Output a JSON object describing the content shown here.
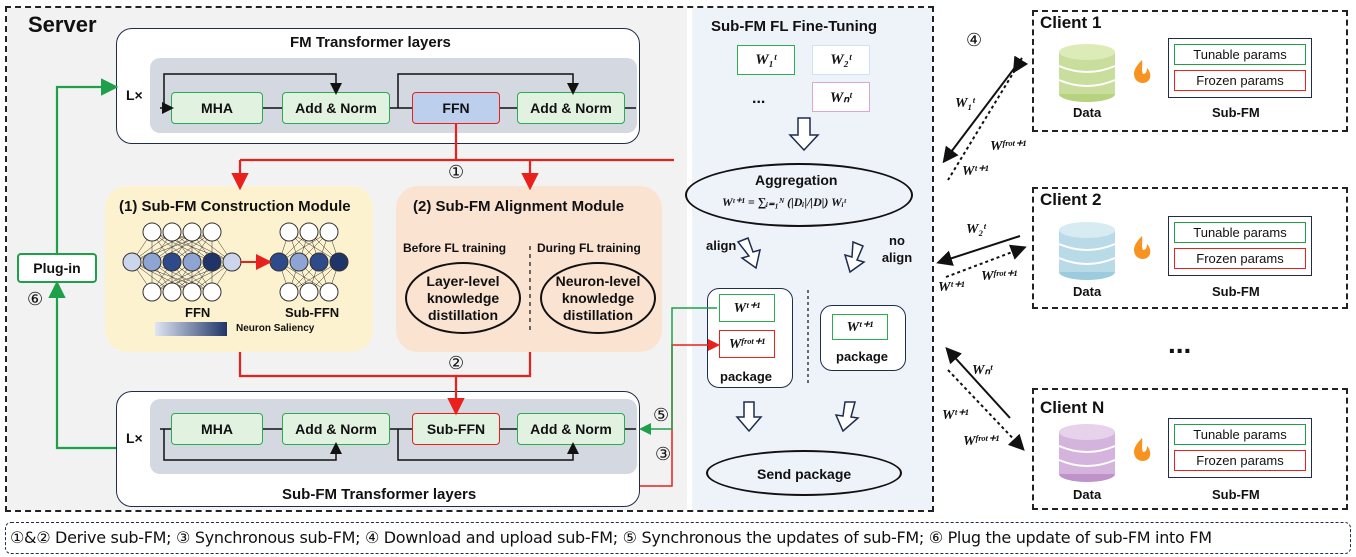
{
  "server": {
    "title": "Server",
    "fm_layers_title": "FM Transformer layers",
    "subfm_layers_title": "Sub-FM Transformer layers",
    "repeat": "L×",
    "mha": "MHA",
    "add_norm": "Add & Norm",
    "ffn": "FFN",
    "sub_ffn": "Sub-FFN",
    "plugin": "Plug-in"
  },
  "construction": {
    "title": "(1) Sub-FM Construction Module",
    "ffn_label": "FFN",
    "subffn_label": "Sub-FFN",
    "saliency": "Neuron Saliency"
  },
  "alignment": {
    "title": "(2) Sub-FM Alignment Module",
    "before": "Before FL training",
    "during": "During FL training",
    "layer_level": "Layer-level knowledge distillation",
    "neuron_level": "Neuron-level knowledge distillation"
  },
  "fl": {
    "title": "Sub-FM FL Fine-Tuning",
    "w1": "W₁ᵗ",
    "w2": "W₂ᵗ",
    "wn": "Wₙᵗ",
    "dots": "...",
    "aggregation": "Aggregation",
    "formula": "Wᵗ⁺¹ = ∑ᵢ₌₁ᴺ (|Dᵢ|/|D|) Wᵢᵗ",
    "align": "align",
    "no_align": "no align",
    "w_next": "Wᵗ⁺¹",
    "w_fro": "Wᶠʳᵒᵗ⁺¹",
    "package": "package",
    "send": "Send package"
  },
  "clients": [
    {
      "name": "Client 1",
      "tunable": "Tunable params",
      "frozen": "Frozen params",
      "data": "Data",
      "subfm": "Sub-FM",
      "db_color": "#c9dd9c"
    },
    {
      "name": "Client 2",
      "tunable": "Tunable params",
      "frozen": "Frozen params",
      "data": "Data",
      "subfm": "Sub-FM",
      "db_color": "#b9dbe8"
    },
    {
      "name": "Client N",
      "tunable": "Tunable params",
      "frozen": "Frozen params",
      "data": "Data",
      "subfm": "Sub-FM",
      "db_color": "#d4b3dc"
    }
  ],
  "client_ellipsis": "...",
  "arrows": {
    "c1_up": "W₁ᵗ",
    "c1_fro": "Wᶠʳᵒᵗ⁺¹",
    "c1_down": "Wᵗ⁺¹",
    "c2_up": "W₂ᵗ",
    "c2_down": "Wᵗ⁺¹",
    "c2_fro": "Wᶠʳᵒᵗ⁺¹",
    "cn_up": "Wₙᵗ",
    "cn_down": "Wᵗ⁺¹",
    "cn_fro": "Wᶠʳᵒᵗ⁺¹"
  },
  "steps": {
    "s1": "①",
    "s2": "②",
    "s3": "③",
    "s4": "④",
    "s5": "⑤",
    "s6": "⑥"
  },
  "legend": "①&② Derive sub-FM; ③ Synchronous sub-FM; ④ Download and upload sub-FM; ⑤ Synchronous the updates of sub-FM; ⑥ Plug the update of sub-FM into FM",
  "colors": {
    "server_bg": "#f2f2f2",
    "fl_bg": "#eef2f9",
    "construction_bg": "#fdf2cf",
    "alignment_bg": "#fbe3d2",
    "red": "#e8211d",
    "green": "#1ea04b",
    "mha_fill": "#e2f2e1",
    "ffn_fill": "#bcd0ee"
  }
}
